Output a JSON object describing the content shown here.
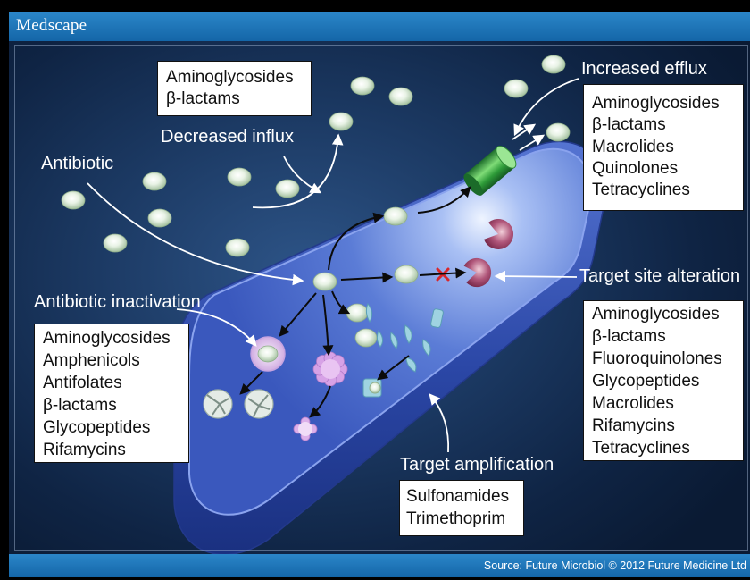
{
  "header": {
    "brand": "Medscape"
  },
  "labels": {
    "increased_efflux": "Increased efflux",
    "decreased_influx": "Decreased influx",
    "antibiotic": "Antibiotic",
    "antibiotic_inactivation": "Antibiotic inactivation",
    "target_site_alteration": "Target site alteration",
    "target_amplification": "Target amplification"
  },
  "boxes": {
    "decreased_influx": [
      "Aminoglycosides",
      "β-lactams"
    ],
    "increased_efflux": [
      "Aminoglycosides",
      "β-lactams",
      "Macrolides",
      "Quinolones",
      "Tetracyclines"
    ],
    "antibiotic_inactivation": [
      "Aminoglycosides",
      "Amphenicols",
      "Antifolates",
      "β-lactams",
      "Glycopeptides",
      "Rifamycins"
    ],
    "target_site_alteration": [
      "Aminoglycosides",
      "β-lactams",
      "Fluoroquinolones",
      "Glycopeptides",
      "Macrolides",
      "Rifamycins",
      "Tetracyclines"
    ],
    "target_amplification": [
      "Sulfonamides",
      "Trimethoprim"
    ]
  },
  "footer": {
    "source": "Source: Future Microbiol © 2012 Future Medicine Ltd"
  },
  "colors": {
    "header": "#1466a8",
    "header-light": "#2b86c9",
    "background": "#13294a",
    "cell": "#3f5fc0",
    "efflux-pump": "#3aa043",
    "target-site": "#a54a6d",
    "blocked-mark": "#d8262b"
  }
}
